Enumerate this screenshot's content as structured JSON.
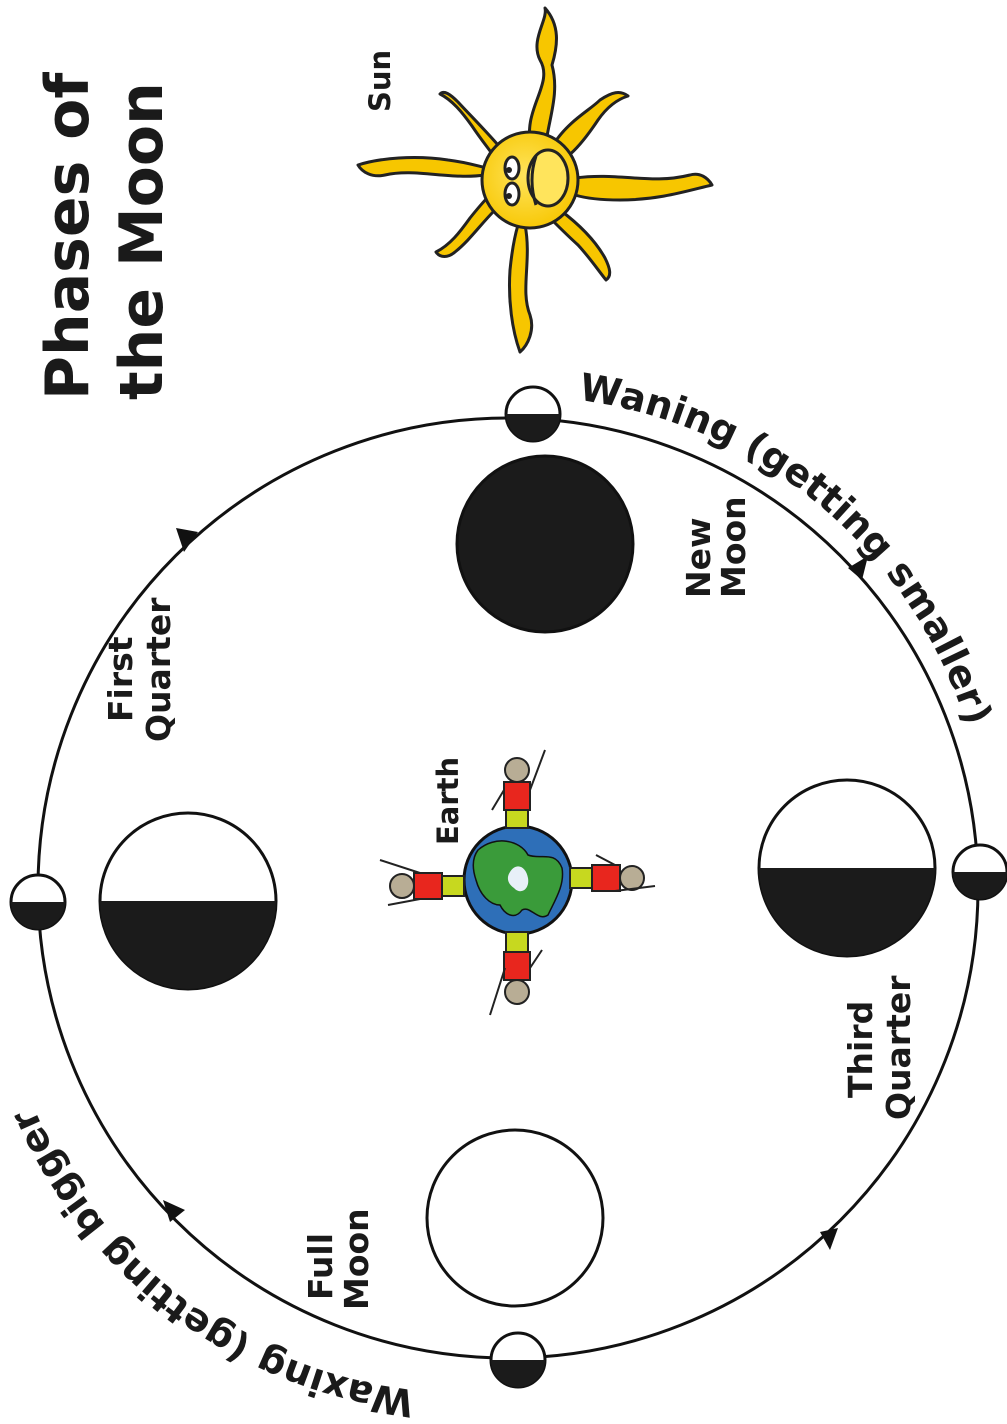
{
  "title": {
    "line1": "Phases of",
    "line2": "the Moon"
  },
  "labels": {
    "sun": "Sun",
    "earth": "Earth"
  },
  "phases": {
    "new_moon": {
      "line1": "New",
      "line2": "Moon"
    },
    "first_quarter": {
      "line1": "First",
      "line2": "Quarter"
    },
    "full_moon": {
      "line1": "Full",
      "line2": "Moon"
    },
    "third_quarter": {
      "line1": "Third",
      "line2": "Quarter"
    }
  },
  "arcs": {
    "waning": "Waning (getting smaller)",
    "waxing": "Waxing (getting bigger)"
  },
  "colors": {
    "sun_fill": "#f7c600",
    "sun_light": "#ffe45c",
    "moon_dark": "#1b1b1b",
    "earth_ocean": "#2e6fb8",
    "earth_land": "#3a9b3a",
    "person_shirt": "#e8261e",
    "person_pants": "#c7d81f",
    "person_skin": "#b8ad95"
  }
}
